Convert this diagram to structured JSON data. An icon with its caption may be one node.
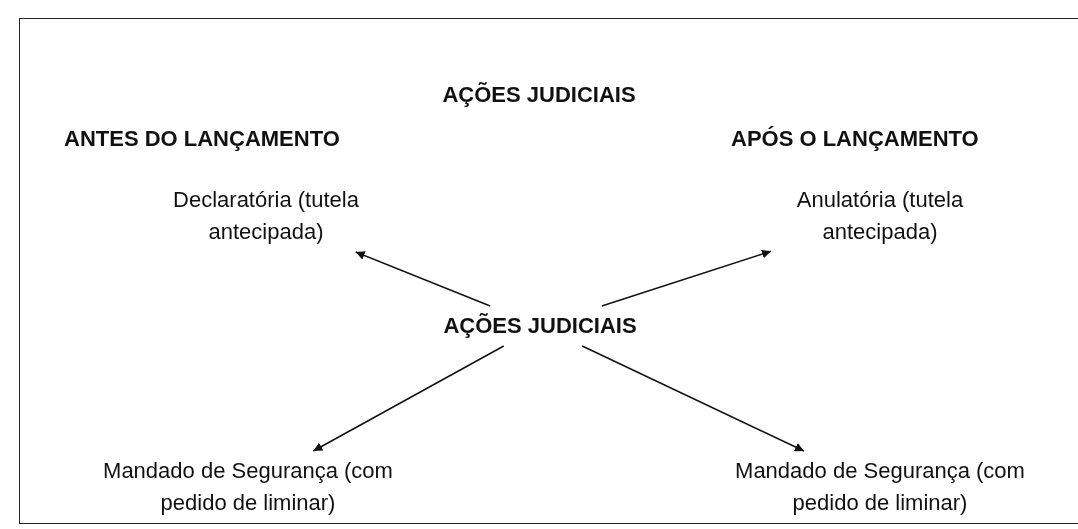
{
  "diagram": {
    "title": "AÇÕES JUDICIAIS",
    "nodes": [
      {
        "text": [
          "Declaratória (tutela antecipada)"
        ]
      },
      {
        "text": [
          "Anulatória (tutela antecipada)"
        ]
      },
      {
        "text": [
          "AÇÕES JUDICIAIS"
        ]
      },
      {
        "text": [
          "Mandado de Segurança (com pedido de liminar)"
        ]
      },
      {
        "text": [
          "Mandado de Segurança (com pedido de liminar)"
        ]
      }
    ],
    "edges": [
      {
        "from": 2,
        "to": 0,
        "arrow": "to"
      },
      {
        "from": 2,
        "to": 1,
        "arrow": "to"
      },
      {
        "from": 2,
        "to": 3,
        "arrow": "to"
      },
      {
        "from": 2,
        "to": 4,
        "arrow": "to"
      }
    ],
    "labels": [
      "ANTES DO LANÇAMENTO",
      "APÓS O LANÇAMENTO"
    ]
  }
}
